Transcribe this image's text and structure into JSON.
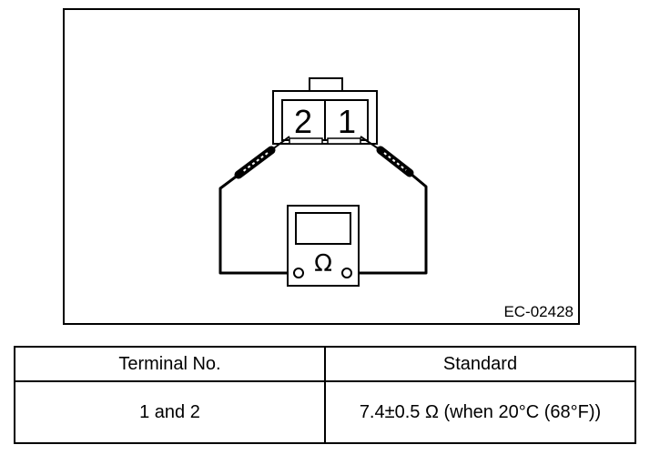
{
  "figure": {
    "terminal_left": "2",
    "terminal_right": "1",
    "meter_symbol": "Ω",
    "figure_code": "EC-02428"
  },
  "table": {
    "headers": [
      "Terminal No.",
      "Standard"
    ],
    "rows": [
      [
        "1 and 2",
        "7.4±0.5 Ω (when 20°C (68°F))"
      ]
    ]
  },
  "colors": {
    "line": "#000000",
    "background": "#ffffff"
  }
}
